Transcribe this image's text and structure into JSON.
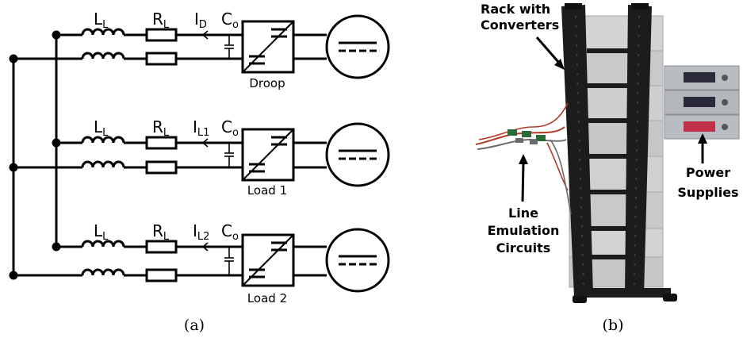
{
  "panel_a": {
    "caption": "(a)",
    "branches": [
      {
        "inductor_label": "L",
        "inductor_sub": "L",
        "resistor_label": "R",
        "resistor_sub": "L",
        "current_label": "I",
        "current_sub": "D",
        "cap_label": "C",
        "cap_sub": "o",
        "block_label": "Droop"
      },
      {
        "inductor_label": "L",
        "inductor_sub": "L",
        "resistor_label": "R",
        "resistor_sub": "L",
        "current_label": "I",
        "current_sub": "L1",
        "cap_label": "C",
        "cap_sub": "o",
        "block_label": "Load 1"
      },
      {
        "inductor_label": "L",
        "inductor_sub": "L",
        "resistor_label": "R",
        "resistor_sub": "L",
        "current_label": "I",
        "current_sub": "L2",
        "cap_label": "C",
        "cap_sub": "o",
        "block_label": "Load 2"
      }
    ]
  },
  "panel_b": {
    "caption": "(b)",
    "annotations": {
      "rack_line1": "Rack with",
      "rack_line2": "Converters",
      "power_line1": "Power",
      "power_line2": "Supplies",
      "line_line1": "Line",
      "line_line2": "Emulation",
      "line_line3": "Circuits"
    },
    "colors": {
      "rack": "#1c1c1c",
      "chassis": "#c9c9c9",
      "supply": "#b9bcc0",
      "display": "#c0304a",
      "wire_red": "#b33a2a"
    }
  }
}
